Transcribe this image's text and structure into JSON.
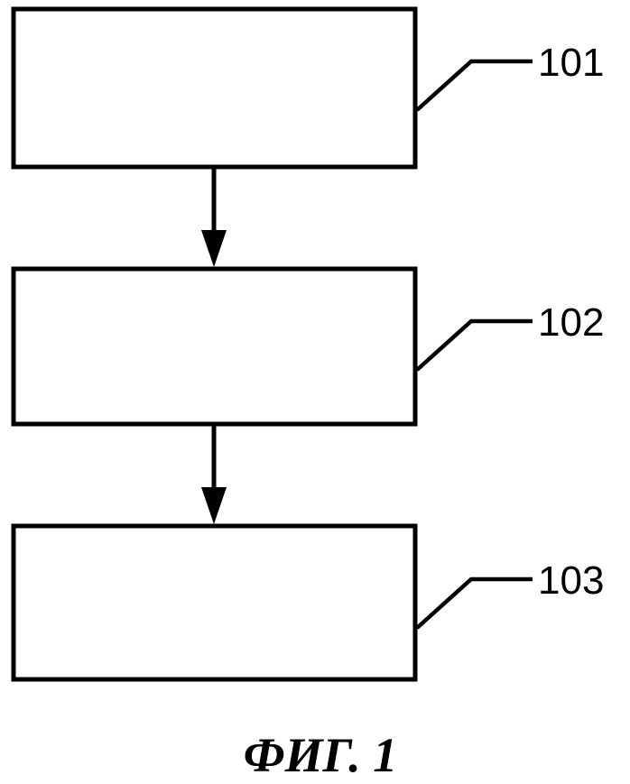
{
  "blocks": [
    {
      "ref": "101"
    },
    {
      "ref": "102"
    },
    {
      "ref": "103"
    }
  ],
  "caption": "ФИГ. 1"
}
